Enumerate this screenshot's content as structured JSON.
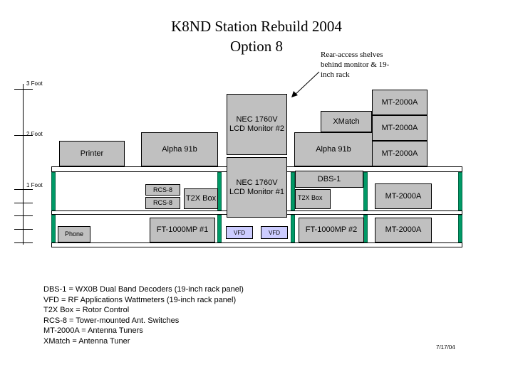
{
  "title": {
    "line1": "K8ND Station Rebuild 2004",
    "line2": "Option 8"
  },
  "annotation": "Rear-access shelves behind monitor & 19-inch rack",
  "scale": {
    "foot3": "3 Foot",
    "foot2": "2 Foot",
    "foot1": "1 Foot"
  },
  "equipment": {
    "printer": "Printer",
    "alpha_left": "Alpha 91b",
    "nec2": "NEC 1760V LCD Monitor #2",
    "xmatch": "XMatch",
    "alpha_right": "Alpha 91b",
    "mt_top1": "MT-2000A",
    "mt_top2": "MT-2000A",
    "mt_top3": "MT-2000A",
    "rcs8_a": "RCS-8",
    "rcs8_b": "RCS-8",
    "t2x_left": "T2X Box",
    "nec1": "NEC 1760V LCD Monitor #1",
    "dbs1": "DBS-1",
    "t2x_right": "T2X Box",
    "mt_mid": "MT-2000A",
    "phone": "Phone",
    "ft_left": "FT-1000MP #1",
    "vfd_a": "VFD",
    "vfd_b": "VFD",
    "ft_right": "FT-1000MP #2",
    "mt_bottom": "MT-2000A"
  },
  "legend": [
    "DBS-1 = WX0B Dual Band Decoders (19-inch rack panel)",
    "VFD = RF Applications Wattmeters (19-inch rack panel)",
    "T2X Box = Rotor Control",
    "RCS-8 = Tower-mounted Ant. Switches",
    "MT-2000A =  Antenna Tuners",
    "XMatch = Antenna Tuner"
  ],
  "date": "7/17/04",
  "colors": {
    "equipment": "#c0c0c0",
    "vfd": "#ccccff",
    "post": "#009966"
  }
}
